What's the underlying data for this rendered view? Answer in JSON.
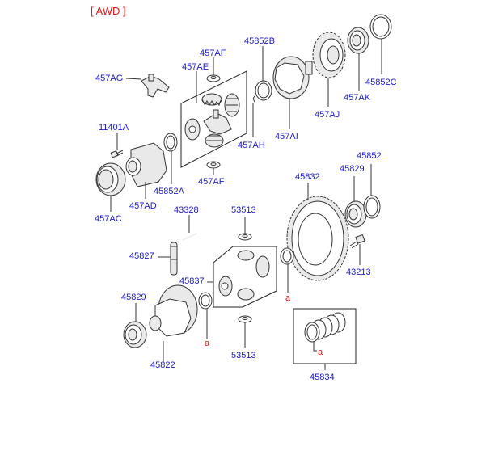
{
  "title": "[ AWD ]",
  "colors": {
    "label": "#1a1acc",
    "reference": "#e01b1b",
    "line": "#333333",
    "background": "#ffffff"
  },
  "parts": {
    "p457AF_top": "457AF",
    "p457AE": "457AE",
    "p457AG": "457AG",
    "p11401A": "11401A",
    "p457AC": "457AC",
    "p457AD": "457AD",
    "p45852A": "45852A",
    "p457AF_bottom": "457AF",
    "p457AH": "457AH",
    "p45852B": "45852B",
    "p457AI": "457AI",
    "p457AJ": "457AJ",
    "p457AK": "457AK",
    "p45852C": "45852C",
    "p45852": "45852",
    "p45829_right": "45829",
    "p45832": "45832",
    "p43213": "43213",
    "p43328": "43328",
    "p53513_top": "53513",
    "p45827": "45827",
    "p45837": "45837",
    "p45829_left": "45829",
    "p45822": "45822",
    "p53513_bottom": "53513",
    "p45834": "45834"
  },
  "references": {
    "a1": "a",
    "a2": "a",
    "a3": "a"
  }
}
